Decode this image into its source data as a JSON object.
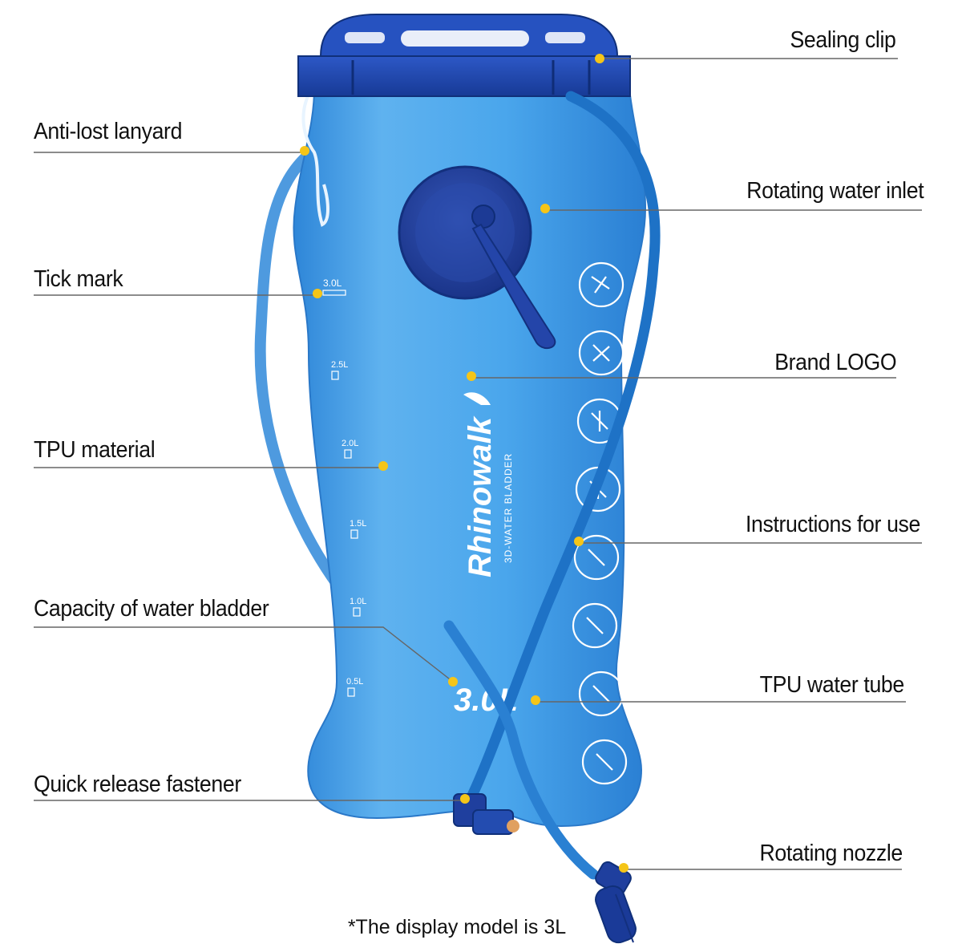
{
  "diagram": {
    "product": {
      "brand_logo": "Rhinowalk",
      "subtitle": "3D-WATER BLADDER",
      "capacity_print": "3.0L",
      "tick_labels": [
        "3.0L",
        "2.5L",
        "2.0L",
        "1.5L",
        "1.0L",
        "0.5L"
      ]
    },
    "callouts": {
      "sealing_clip": "Sealing clip",
      "anti_lost_lanyard": "Anti-lost lanyard",
      "rotating_water_inlet": "Rotating water inlet",
      "tick_mark": "Tick mark",
      "brand_logo": "Brand LOGO",
      "tpu_material": "TPU material",
      "instructions_for_use": "Instructions for use",
      "capacity_of_water_bladder": "Capacity of water bladder",
      "tpu_water_tube": "TPU water tube",
      "quick_release_fastener": "Quick release fastener",
      "rotating_nozzle": "Rotating nozzle"
    },
    "caption": "*The display model is 3L"
  },
  "colors": {
    "bladder_light": "#5fb2ef",
    "bladder_mid": "#2f8fde",
    "bladder_dark": "#1565c0",
    "cap_navy": "#1f3f9e",
    "clip_navy": "#1a3fa6",
    "marker_yellow": "#f5c518",
    "leader_line": "#555555"
  }
}
